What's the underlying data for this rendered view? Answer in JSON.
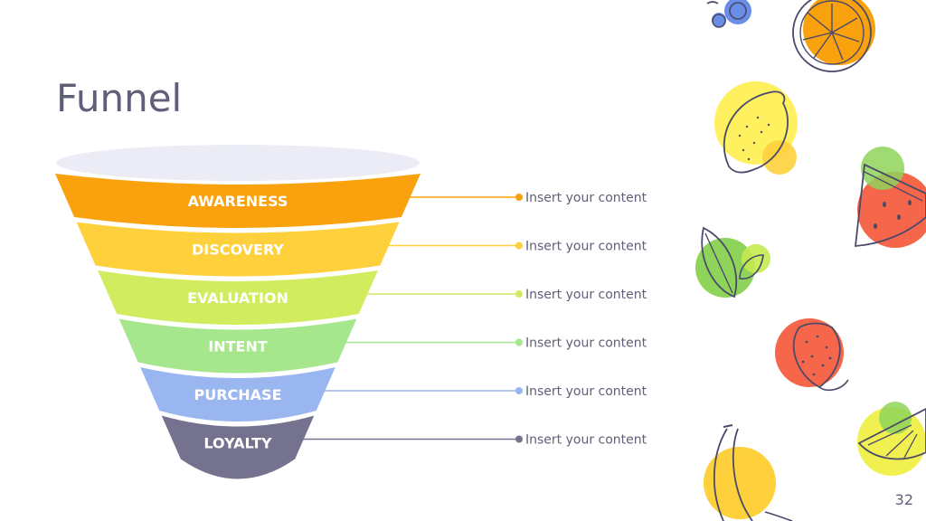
{
  "slide": {
    "title": "Funnel",
    "page_number": "32"
  },
  "funnel": {
    "rim_color": "#ececf6",
    "stages": [
      {
        "label": "AWARENESS",
        "content": "Insert your content",
        "color": "#f9a20d"
      },
      {
        "label": "DISCOVERY",
        "content": "Insert your content",
        "color": "#fdd03c"
      },
      {
        "label": "EVALUATION",
        "content": "Insert your content",
        "color": "#d2ec5f"
      },
      {
        "label": "INTENT",
        "content": "Insert your content",
        "color": "#a6e68c"
      },
      {
        "label": "PURCHASE",
        "content": "Insert your content",
        "color": "#9ab6f0"
      },
      {
        "label": "LOYALTY",
        "content": "Insert your content",
        "color": "#74728e"
      }
    ]
  },
  "decorations": [
    {
      "name": "blueberries",
      "color": "#6a8ee8"
    },
    {
      "name": "orange-slice",
      "color": "#f9a20d"
    },
    {
      "name": "lemon",
      "color": "#fff060"
    },
    {
      "name": "watermelon-slice",
      "color": "#f5664a"
    },
    {
      "name": "leaves",
      "color": "#8fd45a"
    },
    {
      "name": "strawberry",
      "color": "#f5664a"
    },
    {
      "name": "lime-slice",
      "color": "#f0f050"
    },
    {
      "name": "banana",
      "color": "#fdd03c"
    }
  ]
}
